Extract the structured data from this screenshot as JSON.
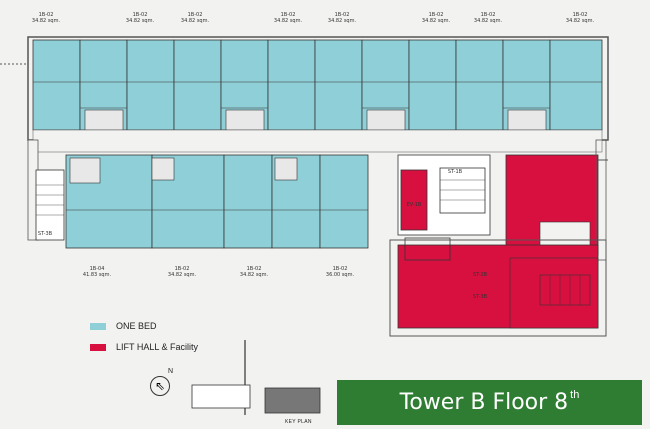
{
  "top_units": [
    {
      "type": "1B-02",
      "area": "34.82 sqm."
    },
    {
      "type": "1B-02",
      "area": "34.82 sqm."
    },
    {
      "type": "1B-02",
      "area": "34.82 sqm."
    },
    {
      "type": "1B-02",
      "area": "34.82 sqm."
    },
    {
      "type": "1B-02",
      "area": "34.82 sqm."
    },
    {
      "type": "1B-02",
      "area": "34.82 sqm."
    },
    {
      "type": "1B-02",
      "area": "34.82 sqm."
    },
    {
      "type": "1B-02",
      "area": "34.82 sqm."
    }
  ],
  "bottom_units": [
    {
      "type": "1B-04",
      "area": "41.83 sqm."
    },
    {
      "type": "1B-02",
      "area": "34.82 sqm."
    },
    {
      "type": "1B-02",
      "area": "34.82 sqm."
    },
    {
      "type": "1B-02",
      "area": "36.00 sqm."
    }
  ],
  "core_labels": {
    "st_left": "ST-3B",
    "st_center": "ST-1B",
    "ev": "EV-1B",
    "st_2b": "ST-2B",
    "st_3b": "ST-3B"
  },
  "legend": [
    {
      "label": "ONE BED",
      "color": "#8fd0d8"
    },
    {
      "label": "LIFT HALL & Facility",
      "color": "#d8103f"
    }
  ],
  "compass": {
    "north_label": "N"
  },
  "key_plan": {
    "label": "KEY PLAN"
  },
  "title": {
    "main": "Tower B Floor 8",
    "sup": "th"
  },
  "colors": {
    "one_bed": "#8fd0d8",
    "facility": "#d8103f",
    "title_bg": "#2e7d32"
  }
}
